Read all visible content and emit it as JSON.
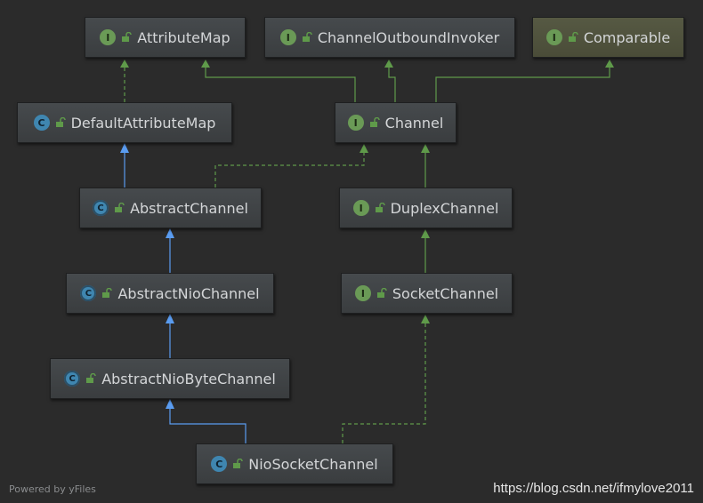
{
  "nodes": {
    "attribute_map": {
      "label": "AttributeMap",
      "kind": "I"
    },
    "channel_outbound_invoker": {
      "label": "ChannelOutboundInvoker",
      "kind": "I"
    },
    "comparable": {
      "label": "Comparable",
      "kind": "I"
    },
    "default_attribute_map": {
      "label": "DefaultAttributeMap",
      "kind": "C"
    },
    "channel": {
      "label": "Channel",
      "kind": "I"
    },
    "abstract_channel": {
      "label": "AbstractChannel",
      "kind": "C"
    },
    "duplex_channel": {
      "label": "DuplexChannel",
      "kind": "I"
    },
    "abstract_nio_channel": {
      "label": "AbstractNioChannel",
      "kind": "C"
    },
    "socket_channel": {
      "label": "SocketChannel",
      "kind": "I"
    },
    "abstract_nio_byte_channel": {
      "label": "AbstractNioByteChannel",
      "kind": "C"
    },
    "nio_socket_channel": {
      "label": "NioSocketChannel",
      "kind": "C"
    }
  },
  "colors": {
    "background": "#2b2b2b",
    "extends_edge": "#5a9cf0",
    "implements_edge": "#5f9a4a",
    "interface_badge": "#6a9a56",
    "class_badge": "#3f86b0"
  },
  "footer": {
    "powered_by": "Powered by yFiles",
    "watermark": "https://blog.csdn.net/ifmylove2011"
  }
}
